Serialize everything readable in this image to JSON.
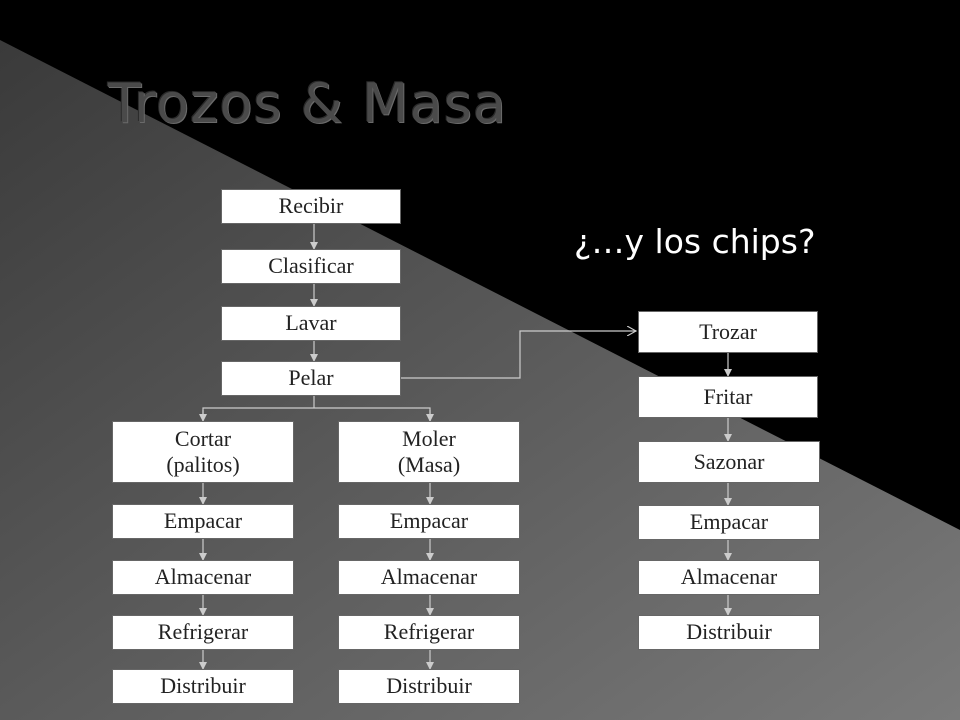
{
  "slide": {
    "title": "Trozos & Masa",
    "question": "¿…y los chips?"
  },
  "main_flow": {
    "steps": [
      "Recibir",
      "Clasificar",
      "Lavar",
      "Pelar"
    ]
  },
  "branch_palitos": {
    "steps": [
      "Cortar\n(palitos)",
      "Empacar",
      "Almacenar",
      "Refrigerar",
      "Distribuir"
    ]
  },
  "branch_masa": {
    "steps": [
      "Moler\n(Masa)",
      "Empacar",
      "Almacenar",
      "Refrigerar",
      "Distribuir"
    ]
  },
  "branch_chips": {
    "steps": [
      "Trozar",
      "Fritar",
      "Sazonar",
      "Empacar",
      "Almacenar",
      "Distribuir"
    ]
  },
  "colors": {
    "background_dark": "#000000",
    "background_light": "#6e6e6e",
    "box_fill": "#ffffff",
    "connector": "#cccccc"
  }
}
